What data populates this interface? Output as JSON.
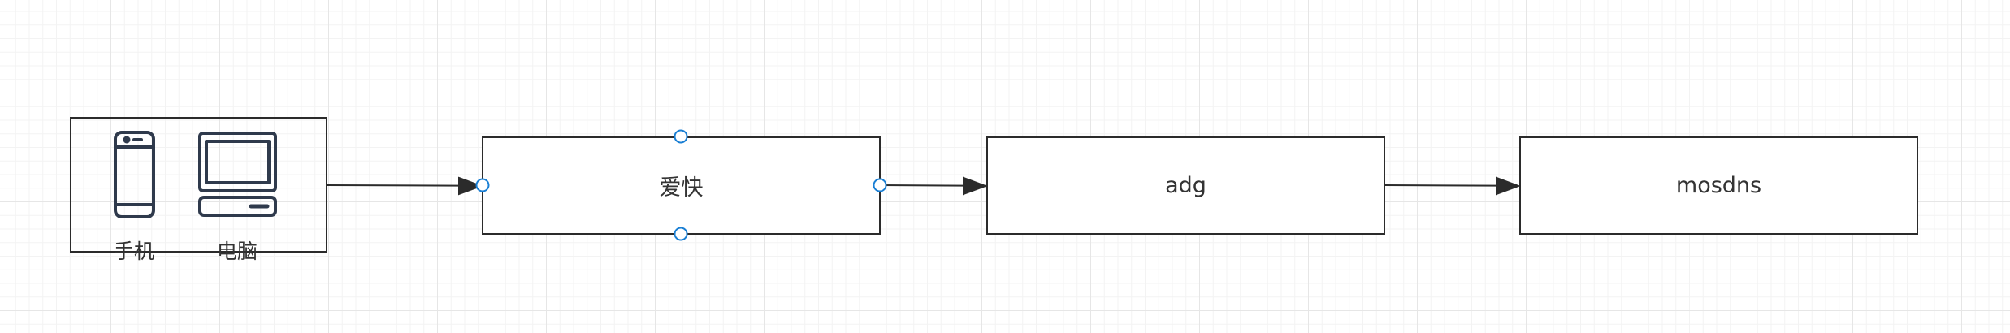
{
  "devices": {
    "phone_label": "手机",
    "computer_label": "电脑",
    "icons": [
      "smartphone-icon",
      "desktop-computer-icon"
    ]
  },
  "nodes": {
    "aikuai": "爱快",
    "adg": "adg",
    "mosdns": "mosdns"
  },
  "colors": {
    "stroke": "#2b2b2b",
    "icon": "#2f3a4c",
    "handle": "#1a7fd4",
    "text": "#333333"
  },
  "selection": {
    "selected_node": "爱快"
  }
}
